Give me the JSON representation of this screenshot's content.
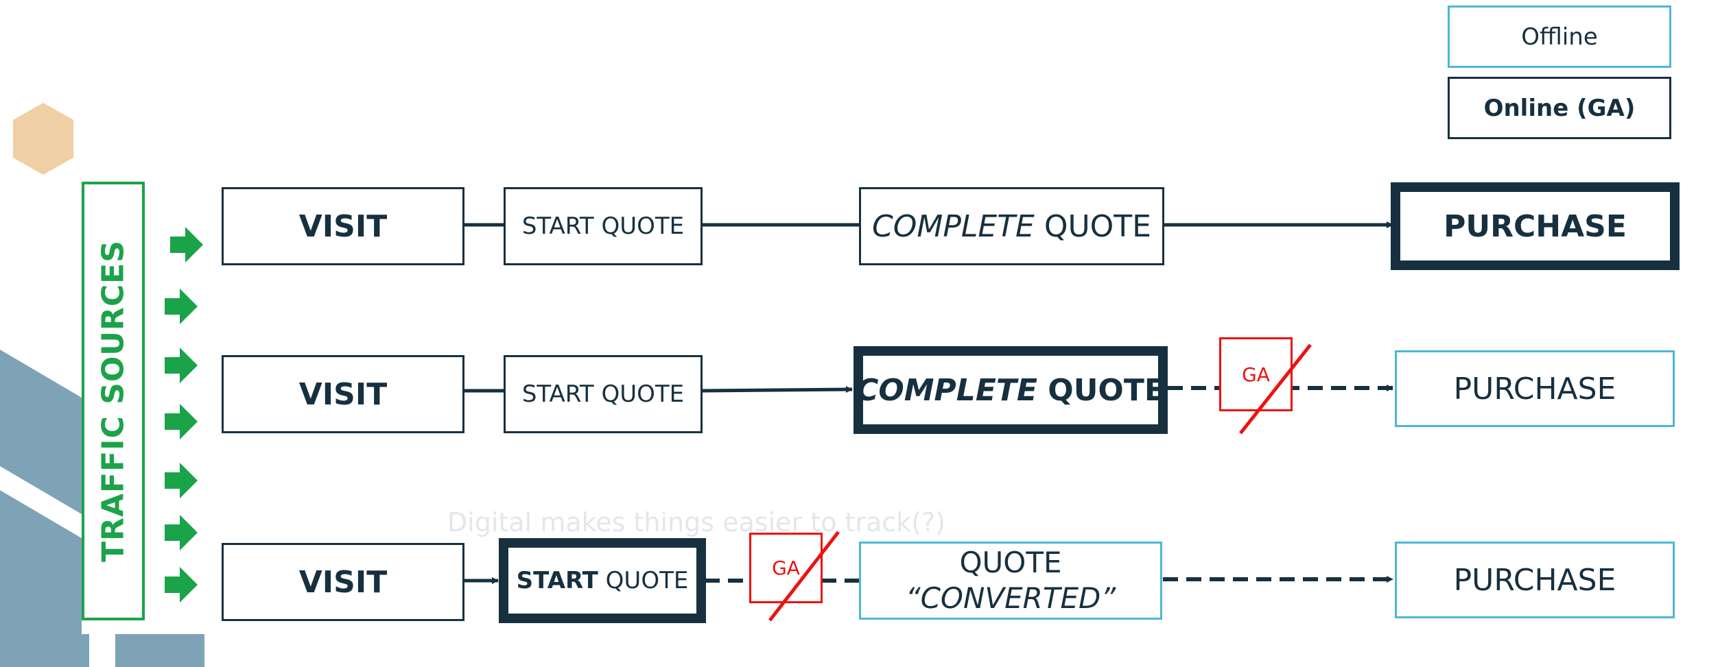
{
  "legend": {
    "offline_label": "Offline",
    "online_label": "Online (GA)",
    "offline_color": "#4ab8d8",
    "online_color": "#17303f"
  },
  "traffic_sources_label": "TRAFFIC SOURCES",
  "traffic_color": "#1ba34a",
  "ga_color": "#ee1111",
  "note": "Digital makes things easier to track(?)",
  "rows": [
    {
      "visit": "VISIT",
      "start_quote": {
        "emph": "",
        "rest": "START QUOTE"
      },
      "complete_quote": {
        "emph": "COMPLETE",
        "rest": " QUOTE"
      },
      "purchase": "PURCHASE"
    },
    {
      "visit": "VISIT",
      "start_quote": {
        "emph": "",
        "rest": "START QUOTE"
      },
      "complete_quote": {
        "emph": "COMPLETE",
        "rest": " QUOTE"
      },
      "ga_badge": "GA",
      "purchase": "PURCHASE"
    },
    {
      "visit": "VISIT",
      "start_quote": {
        "emph": "START",
        "rest": " QUOTE"
      },
      "ga_badge": "GA",
      "quote_converted": {
        "line1": "QUOTE",
        "line2": "“CONVERTED”"
      },
      "purchase": "PURCHASE"
    }
  ],
  "icons": {
    "arrow": "right-arrow-icon",
    "hexagon": "hexagon-shape",
    "strike": "strikethrough-icon"
  }
}
